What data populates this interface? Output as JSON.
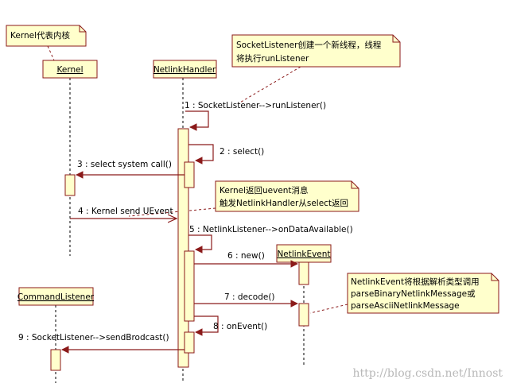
{
  "notes": {
    "kernel_note": "Kernel代表内核",
    "socketlistener_note": [
      "SocketListener创建一个新线程，线程",
      "将执行runListener"
    ],
    "kernel_uevent_note": [
      "Kernel返回uevent消息",
      "触发NetlinkHandler从select返回"
    ],
    "netlinkevent_note": [
      "NetlinkEvent将根据解析类型调用",
      "parseBinaryNetlinkMessage或",
      "parseAsciiNetlinkMessage"
    ]
  },
  "objects": {
    "kernel": "Kernel",
    "netlink_handler": "NetlinkHandler",
    "netlink_event": "NetlinkEvent",
    "command_listener": "CommandListener"
  },
  "messages": {
    "m1": "1 : SocketListener-->runListener()",
    "m2": "2 : select()",
    "m3": "3 : select system call()",
    "m4": "4 : Kernel send UEvent",
    "m5": "5 : NetlinkListener-->onDataAvailable()",
    "m6": "6 : new()",
    "m7": "7 : decode()",
    "m8": "8 : onEvent()",
    "m9": "9 : SocketListener-->sendBrodcast()"
  },
  "watermark": "http://blog.csdn.net/Innost",
  "colors": {
    "box_fill": "#ffffcc",
    "box_stroke": "#8b1a1a",
    "arrow": "#8b1a1a",
    "note_fill": "#ffffcc"
  }
}
